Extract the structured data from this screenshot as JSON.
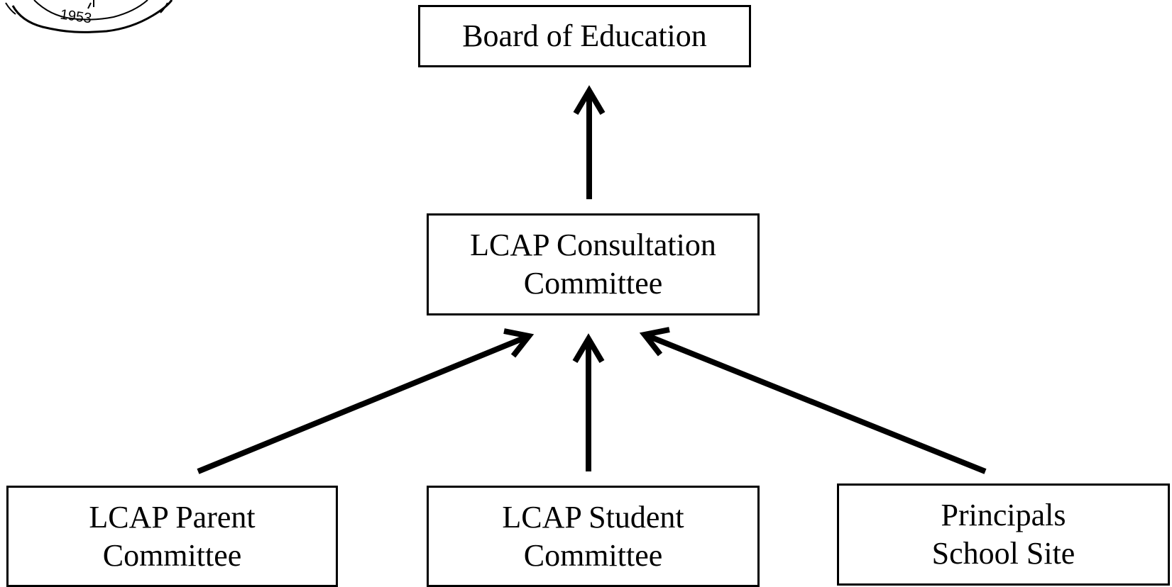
{
  "seal": {
    "year_text": "1953"
  },
  "nodes": {
    "board": {
      "lines": [
        "Board of Education"
      ]
    },
    "consultation": {
      "lines": [
        "LCAP Consultation",
        "Committee"
      ]
    },
    "parent": {
      "lines": [
        "LCAP Parent",
        "Committee"
      ]
    },
    "student": {
      "lines": [
        "LCAP Student",
        "Committee"
      ]
    },
    "principals": {
      "lines": [
        "Principals",
        "School Site"
      ]
    }
  },
  "edges": [
    {
      "from": "consultation",
      "to": "board"
    },
    {
      "from": "parent",
      "to": "consultation"
    },
    {
      "from": "student",
      "to": "consultation"
    },
    {
      "from": "principals",
      "to": "consultation"
    }
  ],
  "colors": {
    "stroke": "#000000",
    "background": "#ffffff"
  }
}
